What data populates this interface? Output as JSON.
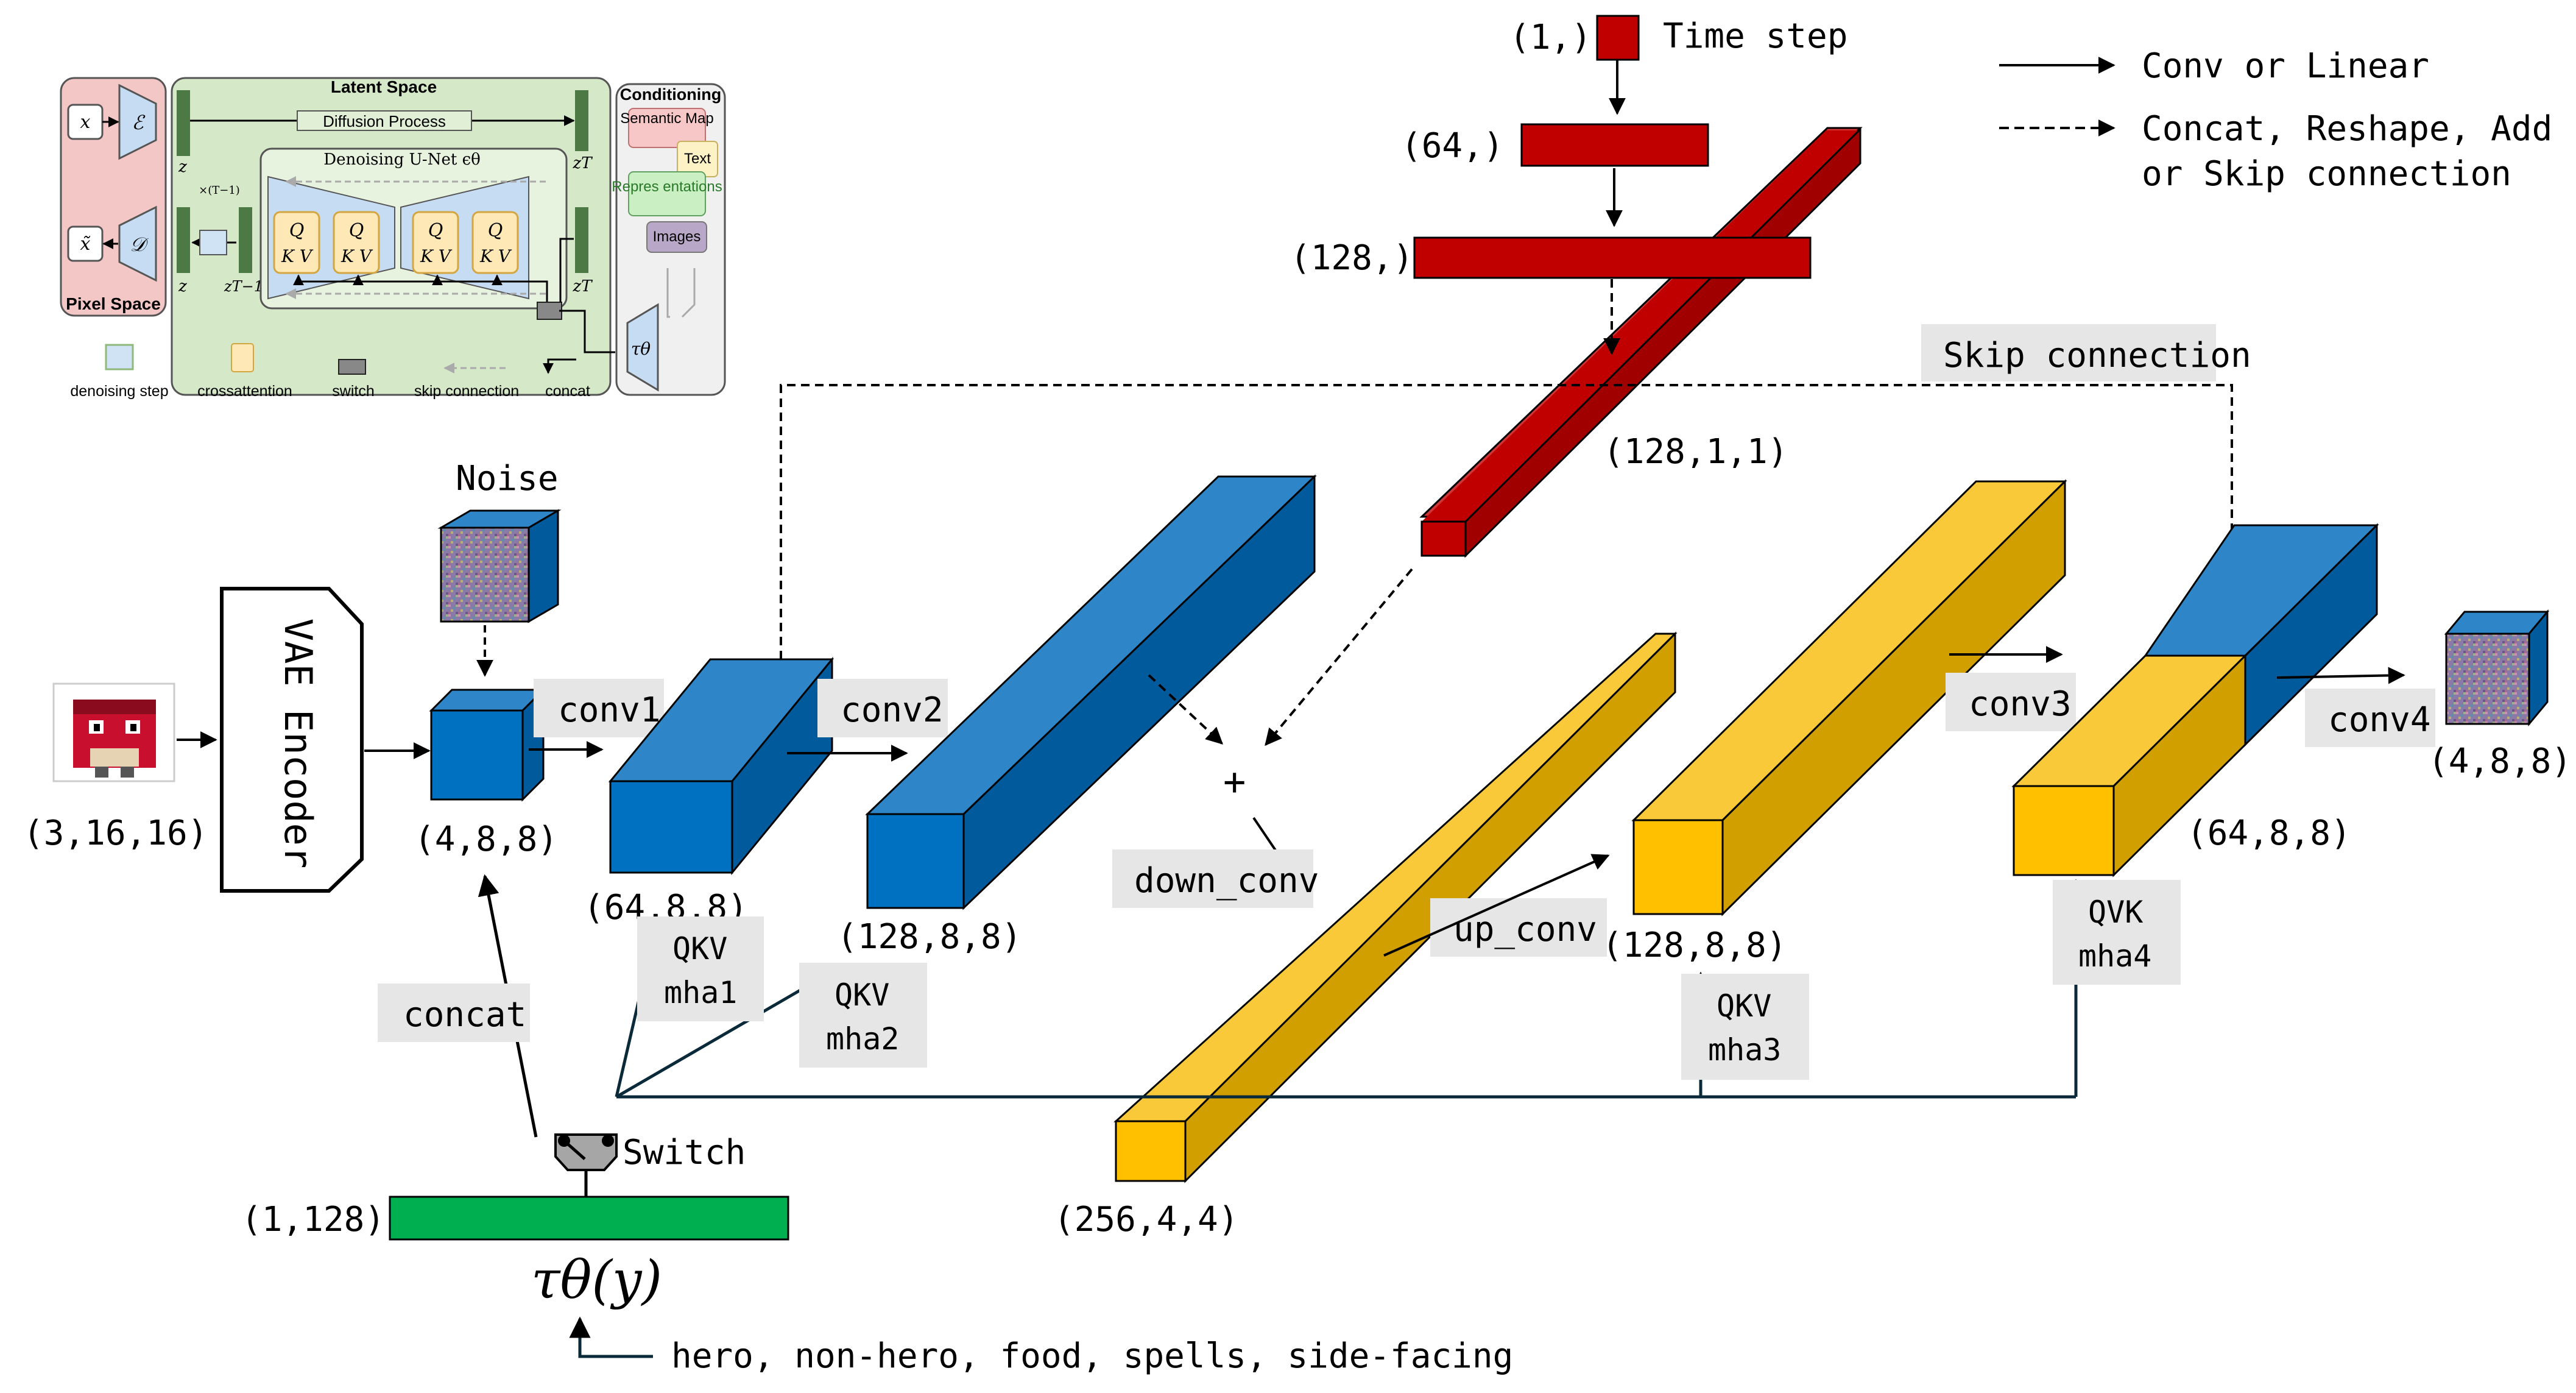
{
  "legend": {
    "solid_label": "Conv or Linear",
    "dashed_label_1": "Concat, Reshape, Add",
    "dashed_label_2": "or Skip connection"
  },
  "inset": {
    "pixel_space": "Pixel Space",
    "latent_space": "Latent Space",
    "conditioning": "Conditioning",
    "diffusion_process": "Diffusion Process",
    "denoising_unet": "Denoising U-Net ϵθ",
    "x": "x",
    "x_tilde": "x̃",
    "encoder": "ℰ",
    "decoder": "𝒟",
    "z": "z",
    "z_bottom": "z",
    "z_t": "zT",
    "z_t_bottom": "zT",
    "z_t_minus_1": "zT−1",
    "times_t_minus_1": "×(T−1)",
    "q": "Q",
    "kv": "K V",
    "semantic_map": "Semantic Map",
    "text": "Text",
    "representations": "Repres entations",
    "images": "Images",
    "tau_theta": "τθ",
    "legend_denoising": "denoising step",
    "legend_cross": "crossattention",
    "legend_switch": "switch",
    "legend_skip": "skip connection",
    "legend_concat": "concat"
  },
  "labels": {
    "time_step": "Time step",
    "dim_1": "(1,)",
    "dim_64": "(64,)",
    "dim_128": "(128,)",
    "dim_128_1_1": "(128,1,1)",
    "skip_connection": "Skip connection",
    "noise": "Noise",
    "vae_encoder": "VAE Encoder",
    "input_dim": "(3,16,16)",
    "latent_dim": "(4,8,8)",
    "conv1": "conv1",
    "conv2": "conv2",
    "conv3": "conv3",
    "conv4": "conv4",
    "down_conv": "down_conv",
    "up_conv": "up_conv",
    "plus": "+",
    "dim_64_8_8_a": "(64,8,8)",
    "dim_128_8_8_a": "(128,8,8)",
    "dim_256_4_4": "(256,4,4)",
    "dim_128_8_8_b": "(128,8,8)",
    "dim_64_8_8_b": "(64,8,8)",
    "output_dim": "(4,8,8)",
    "qkv": "QKV",
    "mha1": "mha1",
    "mha2": "mha2",
    "mha3": "mha3",
    "qvk": "QVK",
    "mha4": "mha4",
    "concat": "concat",
    "switch": "Switch",
    "cond_dim": "(1,128)",
    "tau": "τθ(y)",
    "classes": "hero, non-hero, food, spells, side-facing"
  },
  "colors": {
    "blue_front": "#0070c0",
    "blue_top": "#2e86c9",
    "blue_side": "#005a9c",
    "yellow_front": "#ffc000",
    "yellow_top": "#f9c93a",
    "yellow_side": "#d1a000",
    "red_front": "#c00000",
    "red_top": "#d03434",
    "red_side": "#a00000",
    "green_bar": "#00b050",
    "tag_bg": "#e6e6e6"
  }
}
